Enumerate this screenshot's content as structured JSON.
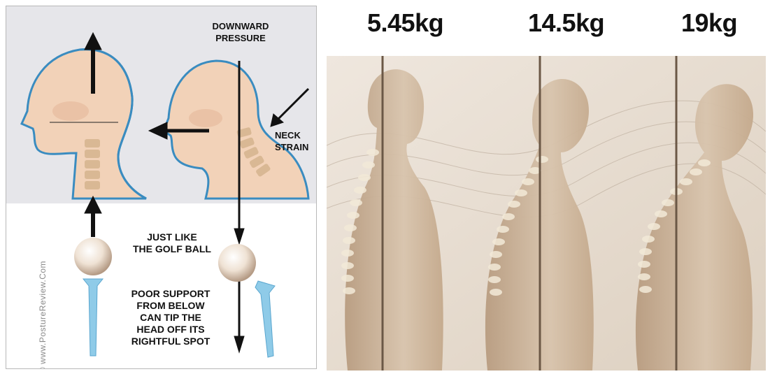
{
  "left_figure": {
    "downward_pressure": "DOWNWARD\nPRESSURE",
    "neck_strain": "NECK\nSTRAIN",
    "golf_ball": "JUST LIKE\nTHE GOLF BALL",
    "poor_support": "POOR SUPPORT\nFROM BELOW\nCAN TIP THE\nHEAD OFF ITS\nRIGHTFUL SPOT",
    "watermark": "© www.PostureReview.Com"
  },
  "right_figure": {
    "weights": [
      "5.45kg",
      "14.5kg",
      "19kg"
    ]
  },
  "colors": {
    "skin": "#f2d2b8",
    "skin_shadow": "#e5b79a",
    "outline_blue": "#3a8cc0",
    "tee_blue": "#8fcbe8",
    "sepia_bg": "#e7ddd0",
    "sepia_figure": "#c9b29a"
  }
}
